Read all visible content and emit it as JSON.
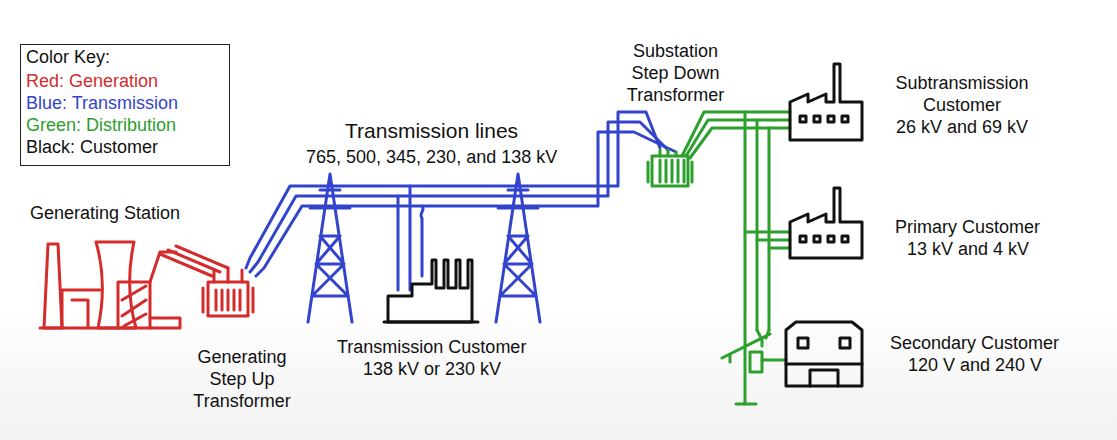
{
  "diagram": {
    "labels": [
      "Color Key:",
      "Transmission lines",
      "765, 500, 345, 230, and 138 kV",
      "Generating Station",
      "Generating Step Up Transformer",
      "Transmission Customer",
      "138 kV or 230 kV",
      "Substation Step Down Transformer",
      "Subtransmission Customer",
      "26 kV and 69 kV",
      "Primary Customer",
      "13 kV and 4 kV",
      "Secondary Customer",
      "120 V and 240 V"
    ],
    "legend": [
      {
        "text": "Red: Generation",
        "color": "#d42b2b"
      },
      {
        "text": "Blue: Transmission",
        "color": "#3344cc"
      },
      {
        "text": "Green: Distribution",
        "color": "#2ca02c"
      },
      {
        "text": "Black: Customer",
        "color": "#111111"
      }
    ]
  }
}
